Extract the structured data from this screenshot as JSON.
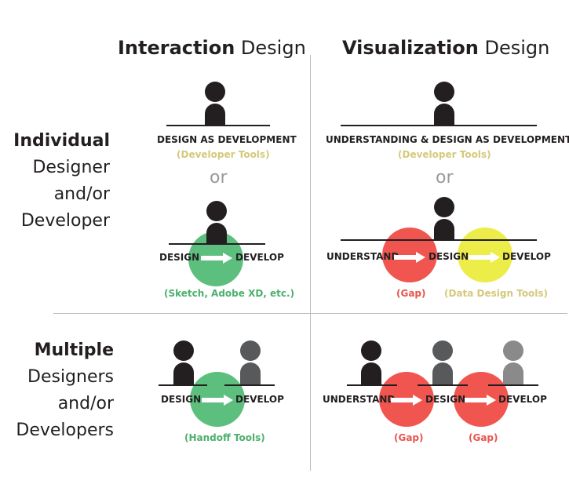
{
  "columns": {
    "interaction": {
      "bold": "Interaction",
      "light": " Design"
    },
    "visualization": {
      "bold": "Visualization",
      "light": " Design"
    }
  },
  "rows": {
    "individual": {
      "bold": "Individual",
      "line1": "Designer",
      "line2": "and/or",
      "line3": "Developer"
    },
    "multiple": {
      "bold": "Multiple",
      "line1": "Designers",
      "line2": "and/or",
      "line3": "Developers"
    }
  },
  "cells": {
    "ind_int": {
      "top_caption": "DESIGN AS DEVELOPMENT",
      "top_tool": "(Developer Tools)",
      "or": "or",
      "design": "DESIGN",
      "develop": "DEVELOP",
      "tool": "(Sketch, Adobe XD, etc.)"
    },
    "ind_vis": {
      "top_caption": "UNDERSTANDING & DESIGN AS DEVELOPMENT",
      "top_tool": "(Developer Tools)",
      "or": "or",
      "understand": "UNDERSTAND",
      "design": "DESIGN",
      "develop": "DEVELOP",
      "gap": "(Gap)",
      "tool": "(Data Design Tools)"
    },
    "mul_int": {
      "design": "DESIGN",
      "develop": "DEVELOP",
      "tool": "(Handoff Tools)"
    },
    "mul_vis": {
      "understand": "UNDERSTAND",
      "design": "DESIGN",
      "develop": "DEVELOP",
      "gap1": "(Gap)",
      "gap2": "(Gap)"
    }
  },
  "colors": {
    "dark": "#231f20",
    "mid": "#58595b",
    "light": "#8a8a8a",
    "green": "#5cbf7e",
    "red": "#f0564f",
    "yellow": "#eded4a",
    "olive": "#d4c97a",
    "green_text": "#4caf6f",
    "red_text": "#e8554d",
    "grid": "#bbbbbb"
  }
}
